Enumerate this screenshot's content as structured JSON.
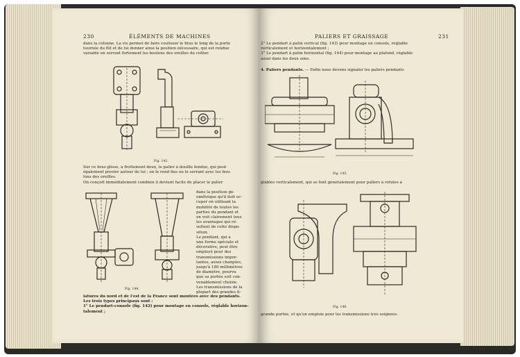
{
  "left_page": {
    "page_number": "230",
    "running_head": "ÉLÉMENTS DE MACHINES",
    "para1": [
      "dans la colonne. La vis permet de faire coulisser le bras le long de la porte",
      "tournée du fût et de lui donner ainsi la position nécessaire, qui est rendue",
      "variable en serrant fortement les boulons des oreilles du collier."
    ],
    "fig143_caption": "Fig. 143.",
    "para2": [
      "Sur ce bras glisse, à frottement doux, le palier à douille fendue, qui peut",
      "également pivoter autour de lui ; on le rend fixe ou le serrant avec les bou-",
      "lons des oreilles.",
      "On conçoit immédiatement combien il devient facile de placer le palier"
    ],
    "col_text": [
      "dans la position gé-",
      "ométrique qu'il doit oc-",
      "cuper en utilisant la",
      "mobilité de toutes les",
      "parties du pendant et",
      "on voit clairement tous",
      "les avantages qui ré-",
      "sultent de cette dispo-",
      "sition.",
      "Le pendant, qui a",
      "une forme spéciale et",
      "décorative, peut être",
      "employé pour des",
      "transmissions impor-",
      "tantes, assez chargées,",
      "jusqu'à 180 millimètres",
      "de diamètre, pourvu",
      "que sa portée soit con-",
      "venablement choisie.",
      "Les transmissions de la",
      "plupart des grandes fi-"
    ],
    "fig144_caption": "Fig. 144.",
    "para3": [
      "latures du nord et de l'est de la France sont montées avec des pendants.",
      "Les trois types principaux sont :",
      "1° Le pendart-console (fig. 142) pour montage en console, réglable horizon-",
      "talement ;"
    ]
  },
  "right_page": {
    "page_number": "231",
    "running_head": "PALIERS ET GRAISSAGE",
    "para1": [
      "2° Le pendart à patin vertical (fig. 143) pour montage en console, réglable",
      "verticalement et horizontalement ;",
      "3° Le pendart à patin horizontal (fig. 144) pour montage au plafond, réglable",
      "aussi dans les deux sens."
    ],
    "section_title": "4. Paliers pendants.",
    "section_text": " — Enfin nous devons signaler les paliers pendants",
    "fig145_caption": "Fig. 145.",
    "para2": "glables verticalement, qui se font généralement pour paliers à rotules à",
    "fig146_caption": "Fig. 146.",
    "para3": "grande portée, et qu'on emploie pour les transmissions très soignées."
  }
}
